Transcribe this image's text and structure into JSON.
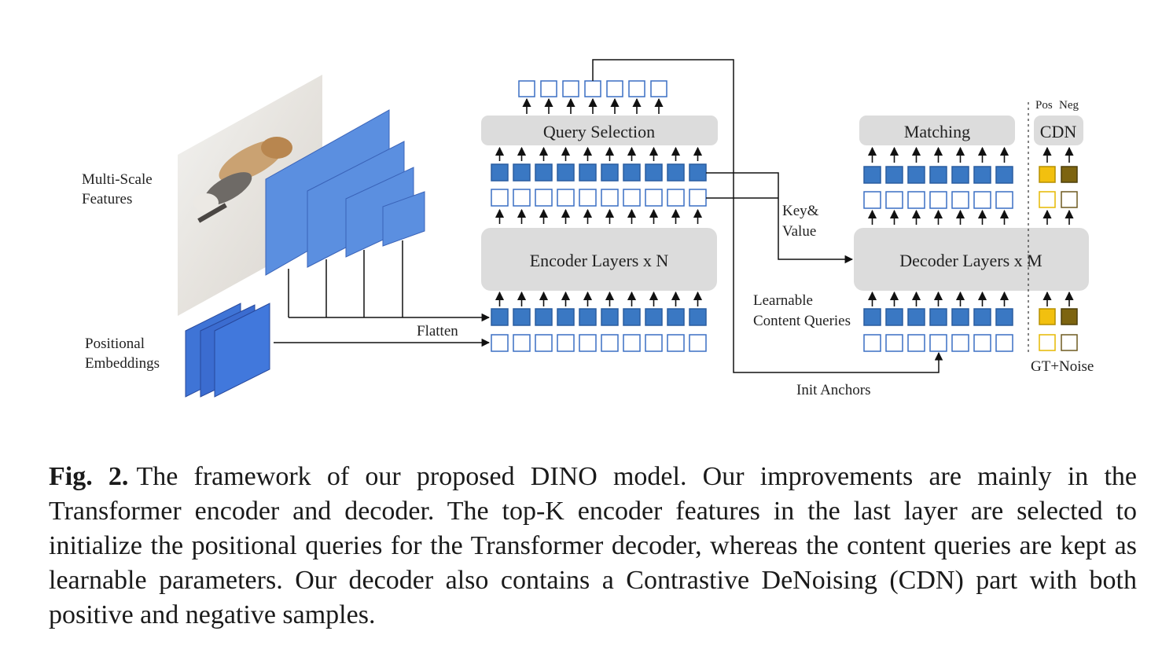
{
  "figure": {
    "labels": {
      "multi_scale_1": "Multi-Scale",
      "multi_scale_2": "Features",
      "positional_1": "Positional",
      "positional_2": "Embeddings",
      "flatten": "Flatten",
      "query_selection": "Query Selection",
      "encoder_layers": "Encoder Layers x N",
      "key_value_1": "Key&",
      "key_value_2": "Value",
      "matching": "Matching",
      "cdn": "CDN",
      "pos": "Pos",
      "neg": "Neg",
      "decoder_layers": "Decoder Layers x M",
      "learnable_1": "Learnable",
      "learnable_2": "Content Queries",
      "gt_noise": "GT+Noise",
      "init_anchors": "Init Anchors"
    },
    "colors": {
      "token_fill": "#3a78c3",
      "token_outline": "#3a6fc4",
      "feature_map": "#5b8fe0",
      "block_gray": "#dcdcdc",
      "pos_fill": "#f2c00f",
      "neg_fill": "#7d6410",
      "pos_outline": "#e6b800",
      "neg_outline": "#6e5a20"
    }
  },
  "caption": {
    "label": "Fig. 2.",
    "text": "The framework of our proposed DINO model. Our improvements are mainly in the Transformer encoder and decoder. The top-K encoder features in the last layer are selected to initialize the positional queries for the Transformer decoder, whereas the content queries are kept as learnable parameters. Our decoder also contains a Contrastive DeNoising (CDN) part with both positive and negative samples."
  }
}
